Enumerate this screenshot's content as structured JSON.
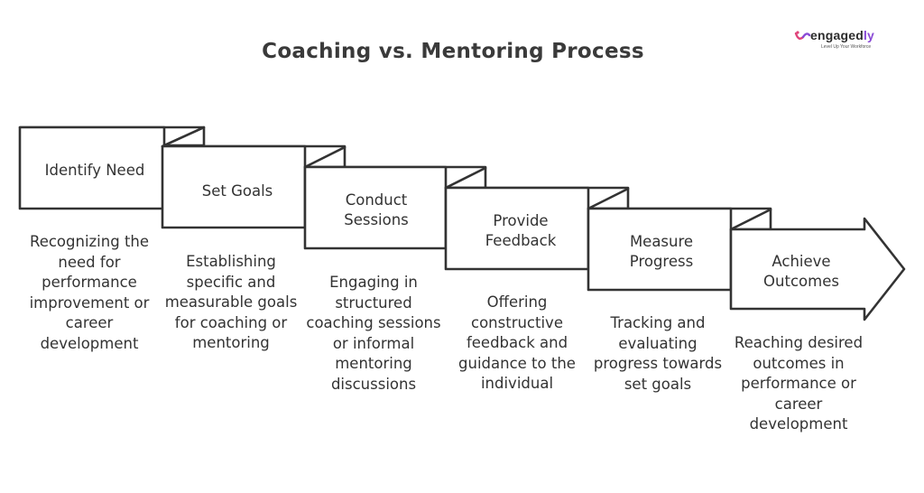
{
  "title": "Coaching vs. Mentoring Process",
  "logo": {
    "brand_main": "engaged",
    "brand_accent": "ly",
    "tagline": "Level Up Your Workforce"
  },
  "steps": [
    {
      "label": "Identify Need",
      "description": "Recognizing the need for performance improvement or career development"
    },
    {
      "label": "Set Goals",
      "description": "Establishing specific and measurable goals for coaching or mentoring"
    },
    {
      "label": "Conduct Sessions",
      "description": "Engaging in structured coaching sessions or informal mentoring discussions"
    },
    {
      "label": "Provide Feedback",
      "description": "Offering constructive feedback and guidance to the individual"
    },
    {
      "label": "Measure Progress",
      "description": "Tracking and evaluating progress towards set goals"
    },
    {
      "label": "Achieve Outcomes",
      "description": "Reaching desired outcomes in performance or career development"
    }
  ]
}
